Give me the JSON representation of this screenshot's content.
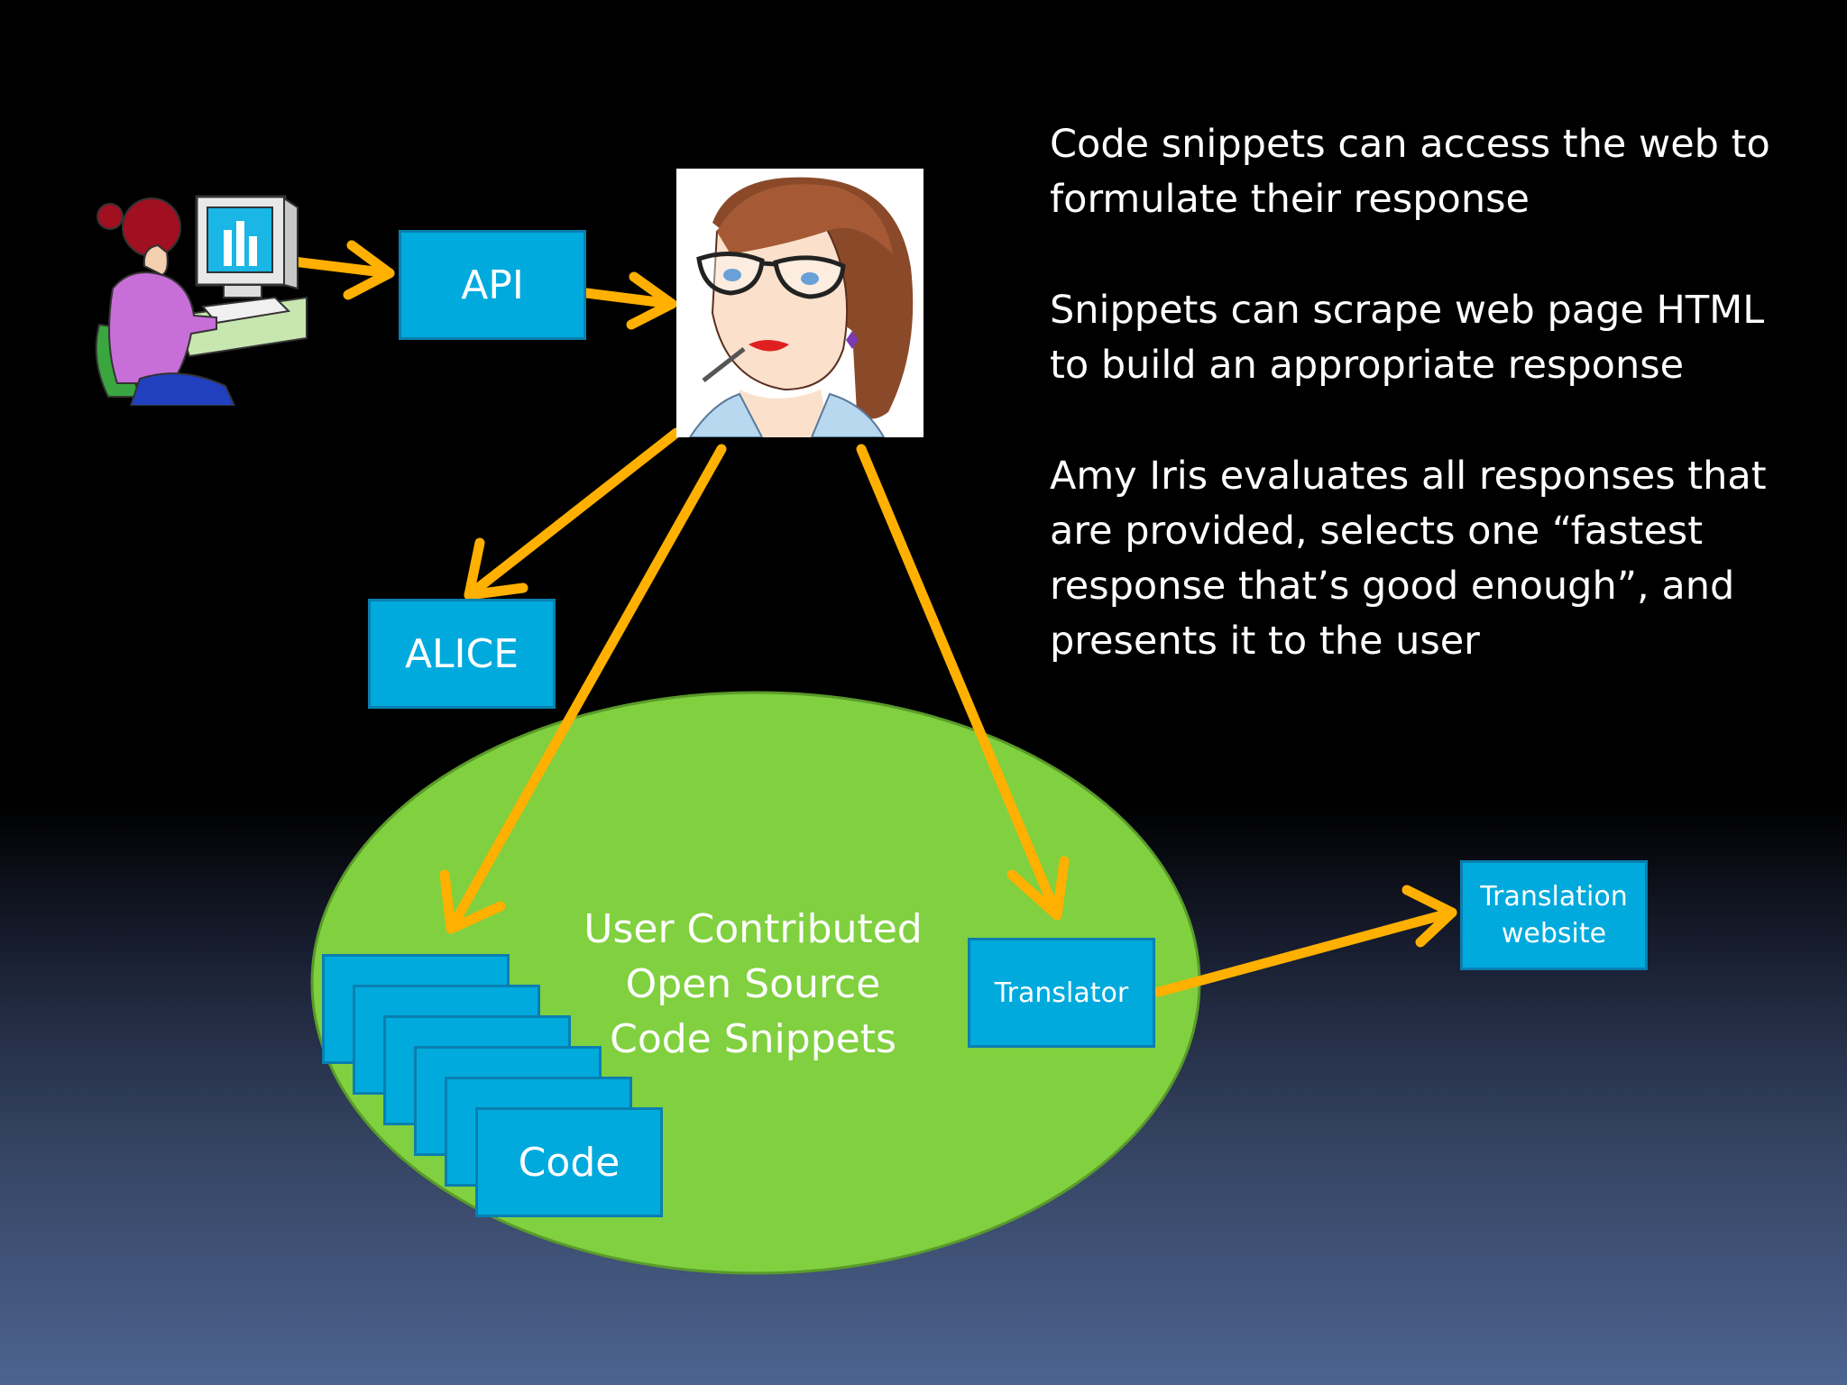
{
  "diagram": {
    "boxes": {
      "api": "API",
      "alice": "ALICE",
      "code": "Code",
      "translator": "Translator",
      "translation_website": "Translation\nwebsite"
    },
    "ellipse_label": "User Contributed\nOpen Source\nCode Snippets",
    "colors": {
      "box_fill": "#00aadd",
      "ellipse_fill": "#80d040",
      "arrow": "#ffb000",
      "text": "#ffffff"
    },
    "icons": [
      "user-at-computer-icon",
      "woman-avatar-icon"
    ]
  },
  "text_panel": {
    "paragraphs": [
      "Code snippets can access the web to formulate their response",
      "Snippets can scrape web page HTML to build an appropriate response",
      "Amy Iris evaluates all responses that are provided, selects one “fastest response that’s good enough”, and presents it to the user"
    ]
  }
}
